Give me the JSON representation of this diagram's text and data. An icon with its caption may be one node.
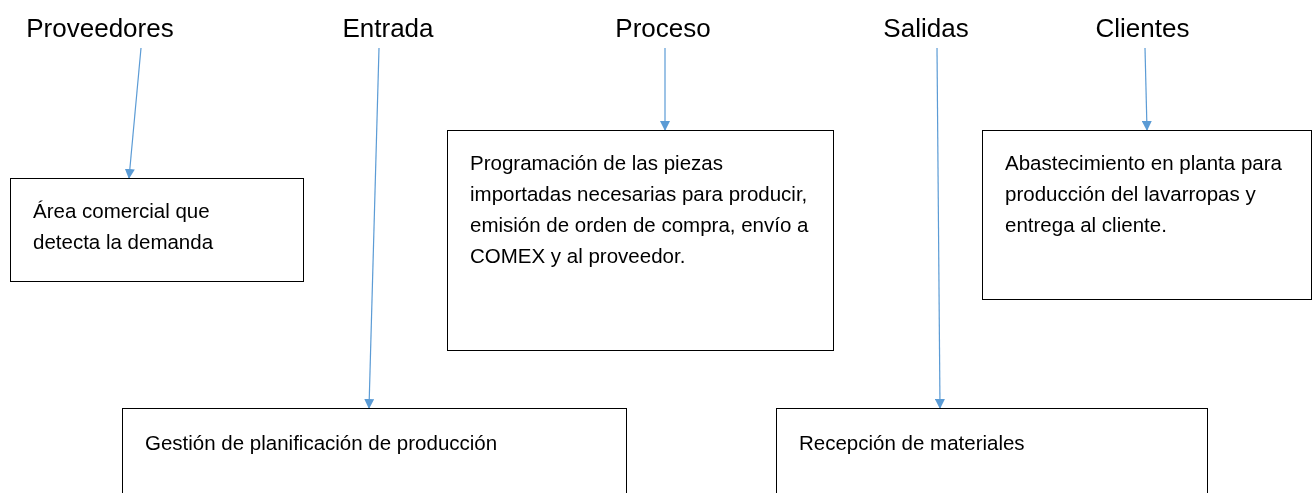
{
  "diagram": {
    "nodes": [
      {
        "text": [
          "Proveedores"
        ]
      },
      {
        "text": [
          "Entrada"
        ]
      },
      {
        "text": [
          "Proceso"
        ]
      },
      {
        "text": [
          "Salidas"
        ]
      },
      {
        "text": [
          "Clientes"
        ]
      },
      {
        "text": [
          "Área comercial que detecta la demanda"
        ]
      },
      {
        "text": [
          "Programación de las piezas importadas necesarias para producir, emisión de orden de compra, envío a COMEX y al proveedor."
        ]
      },
      {
        "text": [
          "Abastecimiento en planta para producción del lavarropas y entrega al cliente."
        ]
      },
      {
        "text": [
          "Gestión de planificación de producción"
        ]
      },
      {
        "text": [
          "Recepción de materiales"
        ]
      }
    ],
    "edges": [
      {
        "from": 0,
        "to": 5,
        "arrow": "to"
      },
      {
        "from": 1,
        "to": 8,
        "arrow": "to"
      },
      {
        "from": 2,
        "to": 6,
        "arrow": "to"
      },
      {
        "from": 3,
        "to": 9,
        "arrow": "to"
      },
      {
        "from": 4,
        "to": 7,
        "arrow": "to"
      }
    ]
  }
}
